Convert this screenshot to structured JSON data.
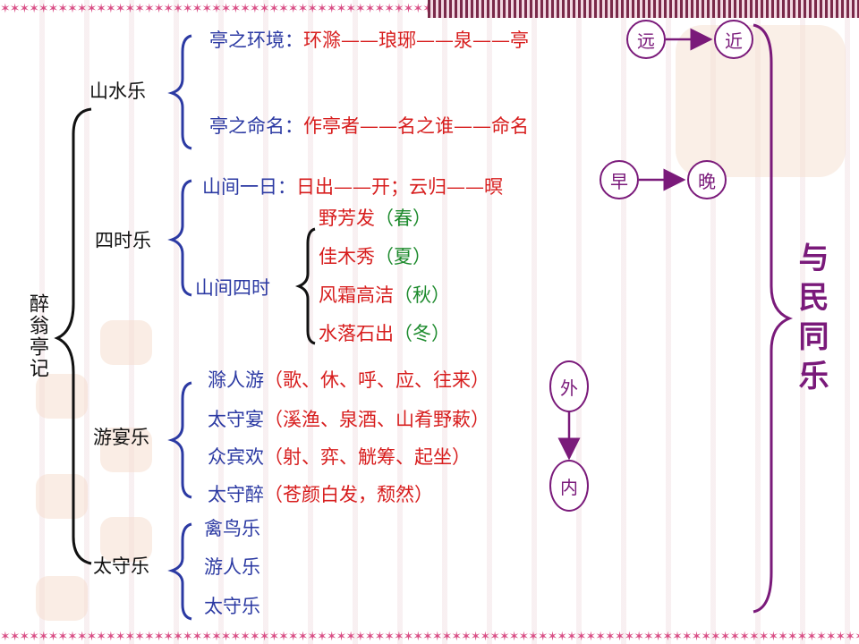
{
  "root": "醉翁亭记",
  "categories": [
    {
      "label": "山水乐",
      "items": [
        {
          "prefix": "亭之环境：",
          "text": "环滁——琅琊——泉——亭",
          "tags": [
            "远",
            "近"
          ]
        },
        {
          "prefix": "亭之命名：",
          "text": "作亭者——名之谁——命名"
        }
      ]
    },
    {
      "label": "四时乐",
      "items": [
        {
          "prefix": "山间一日：",
          "text": "日出——开；云归——暝",
          "tags": [
            "早",
            "晚"
          ]
        },
        {
          "prefix": "山间四时",
          "seasons": [
            {
              "phrase": "野芳发",
              "season": "（春）"
            },
            {
              "phrase": "佳木秀",
              "season": "（夏）"
            },
            {
              "phrase": "风霜高洁",
              "season": "（秋）"
            },
            {
              "phrase": "水落石出",
              "season": "（冬）"
            }
          ]
        }
      ]
    },
    {
      "label": "游宴乐",
      "items": [
        {
          "subject": "滁人游",
          "detail": "（歌、休、呼、应、往来）"
        },
        {
          "subject": "太守宴",
          "detail": "（溪渔、泉酒、山肴野蔌）"
        },
        {
          "subject": "众宾欢",
          "detail": "（射、弈、觥筹、起坐）"
        },
        {
          "subject": "太守醉",
          "detail": "（苍颜白发，颓然）"
        }
      ],
      "tags": [
        "外",
        "内"
      ]
    },
    {
      "label": "太守乐",
      "items": [
        "禽鸟乐",
        "游人乐",
        "太守乐"
      ]
    }
  ],
  "conclusion": "与民同乐",
  "colors": {
    "blue": "#2c3aa3",
    "red": "#d71d1d",
    "green": "#1c8a2c",
    "purple": "#7a1a7a",
    "black": "#111111"
  }
}
